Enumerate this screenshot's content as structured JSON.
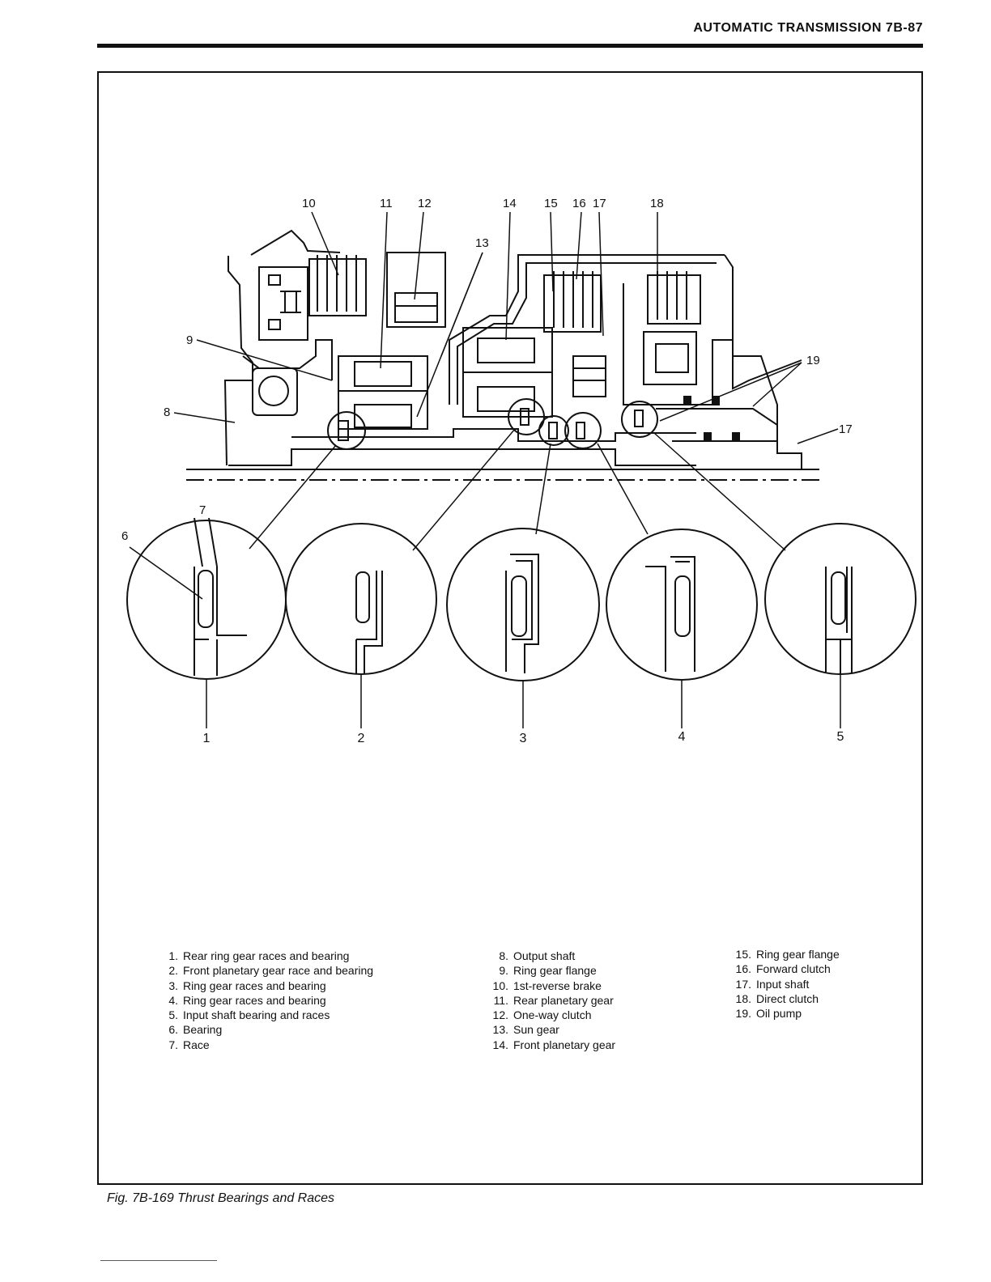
{
  "header": {
    "title": "AUTOMATIC TRANSMISSION 7B-87"
  },
  "diagram": {
    "top_callouts": [
      "10",
      "11",
      "12",
      "13",
      "14",
      "15",
      "16",
      "17",
      "18"
    ],
    "side_callouts": [
      "9",
      "8",
      "19",
      "17"
    ],
    "detail_callouts": [
      "6",
      "7"
    ],
    "detail_numbers": [
      "1",
      "2",
      "3",
      "4",
      "5"
    ]
  },
  "legend": {
    "col1": [
      {
        "n": "1.",
        "t": "Rear ring gear races and bearing"
      },
      {
        "n": "2.",
        "t": "Front planetary gear race and bearing"
      },
      {
        "n": "3.",
        "t": "Ring gear races and bearing"
      },
      {
        "n": "4.",
        "t": "Ring gear races and bearing"
      },
      {
        "n": "5.",
        "t": "Input shaft bearing and races"
      },
      {
        "n": "6.",
        "t": "Bearing"
      },
      {
        "n": "7.",
        "t": "Race"
      }
    ],
    "col2": [
      {
        "n": "8.",
        "t": "Output shaft"
      },
      {
        "n": "9.",
        "t": "Ring gear flange"
      },
      {
        "n": "10.",
        "t": "1st-reverse brake"
      },
      {
        "n": "11.",
        "t": "Rear planetary gear"
      },
      {
        "n": "12.",
        "t": "One-way clutch"
      },
      {
        "n": "13.",
        "t": "Sun gear"
      },
      {
        "n": "14.",
        "t": "Front planetary gear"
      }
    ],
    "col3": [
      {
        "n": "15.",
        "t": "Ring gear flange"
      },
      {
        "n": "16.",
        "t": "Forward clutch"
      },
      {
        "n": "17.",
        "t": "Input shaft"
      },
      {
        "n": "18.",
        "t": "Direct clutch"
      },
      {
        "n": "19.",
        "t": "Oil pump"
      }
    ]
  },
  "caption": "Fig. 7B-169  Thrust Bearings and Races"
}
